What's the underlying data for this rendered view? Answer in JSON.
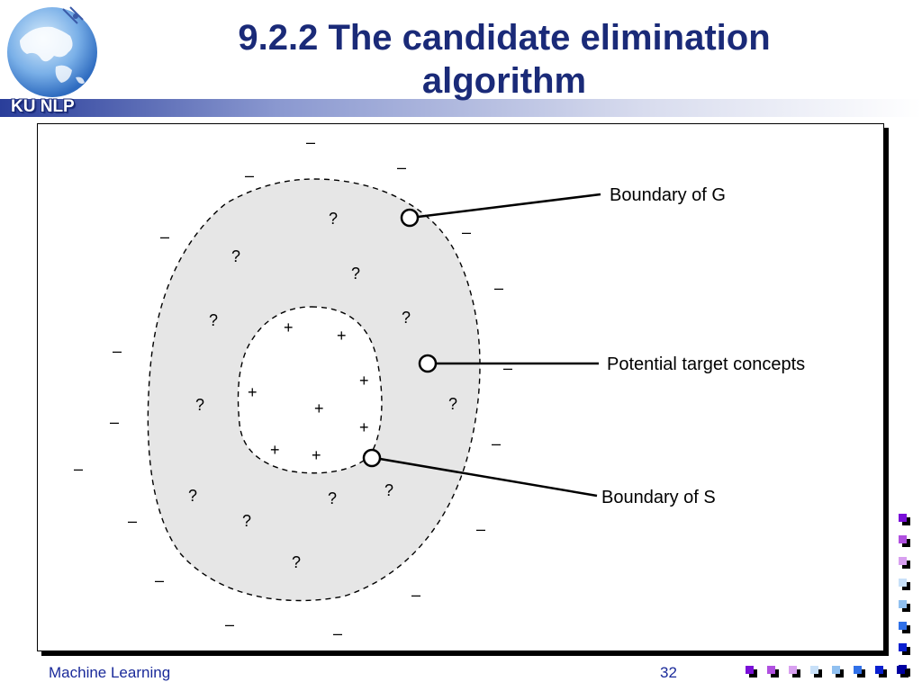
{
  "slide": {
    "logo_text": "KU NLP",
    "title_line1": "9.2.2 The candidate elimination",
    "title_line2": "algorithm",
    "footer_left": "Machine Learning",
    "page_number": "32"
  },
  "diagram": {
    "label_g": "Boundary of G",
    "label_potential": "Potential target concepts",
    "label_s": "Boundary of S",
    "minus_symbol": "–",
    "plus_symbol": "+",
    "question_symbol": "?"
  },
  "colors": {
    "title": "#1a2a78",
    "footer": "#1a2a9a",
    "region_fill": "#e6e6e6",
    "deco_colors": [
      "#7a10d8",
      "#b050e0",
      "#d8a0f0",
      "#c8e0f8",
      "#90c0f0",
      "#3070e8",
      "#0a20d0",
      "#0000a0"
    ]
  }
}
